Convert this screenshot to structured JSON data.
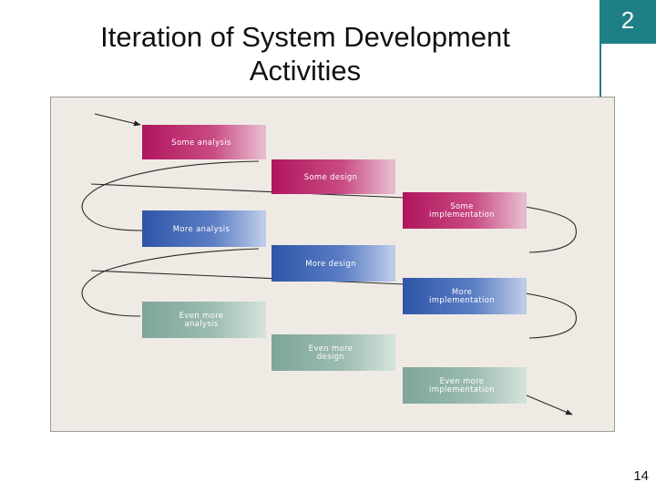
{
  "slide": {
    "title_line1": "Iteration of System Development",
    "title_line2": "Activities",
    "chapter_number": "2",
    "page_number": "14"
  },
  "figure": {
    "stages": [
      {
        "label": "Some analysis",
        "color": "#b0155d"
      },
      {
        "label": "Some design",
        "color": "#b0155d"
      },
      {
        "label": "Some\nimplementation",
        "color": "#b0155d"
      },
      {
        "label": "More analysis",
        "color": "#2f55a8"
      },
      {
        "label": "More design",
        "color": "#2f55a8"
      },
      {
        "label": "More\nimplementation",
        "color": "#2f55a8"
      },
      {
        "label": "Even more\nanalysis",
        "color": "#7ea699"
      },
      {
        "label": "Even more\ndesign",
        "color": "#7ea699"
      },
      {
        "label": "Even more\nimplementation",
        "color": "#7ea699"
      }
    ]
  }
}
